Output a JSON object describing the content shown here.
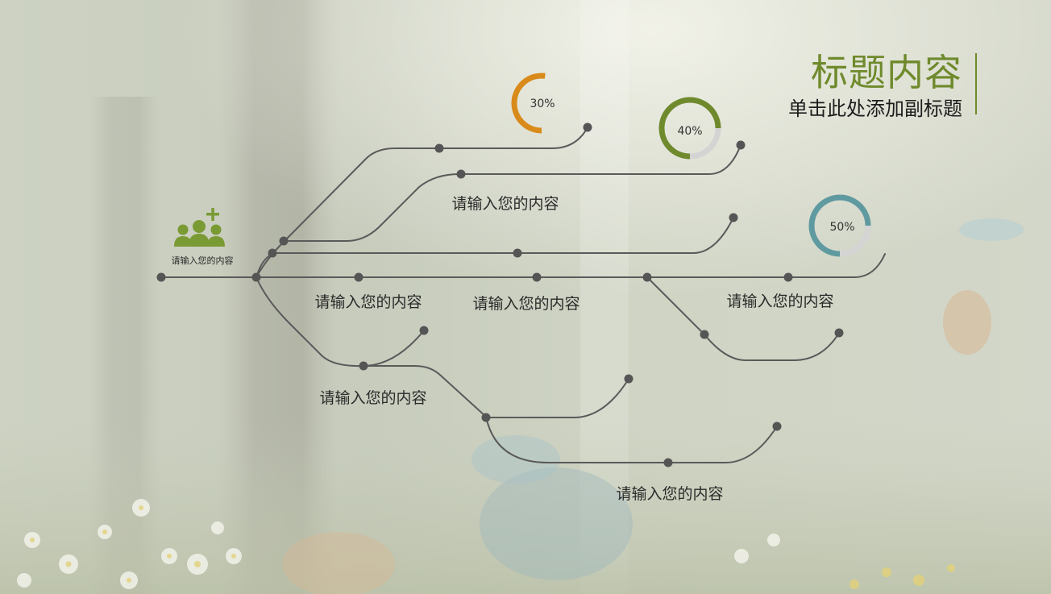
{
  "title": {
    "main": "标题内容",
    "subtitle": "单击此处添加副标题"
  },
  "icon": {
    "name": "people-add-icon",
    "label": "请输入您的内容",
    "color": "#7a9a34"
  },
  "labels": [
    "请输入您的内容",
    "请输入您的内容",
    "请输入您的内容",
    "请输入您的内容",
    "请输入您的内容",
    "请输入您的内容"
  ],
  "rings": [
    {
      "text": "30%",
      "value": 30,
      "color": "#d88a1a"
    },
    {
      "text": "40%",
      "value": 40,
      "color": "#6f8a2c"
    },
    {
      "text": "50%",
      "value": 50,
      "color": "#5f9aa0"
    }
  ],
  "colors": {
    "line": "#5a5a5a",
    "ring_track": "#d4d4d4",
    "accent": "#6f8a2c"
  }
}
